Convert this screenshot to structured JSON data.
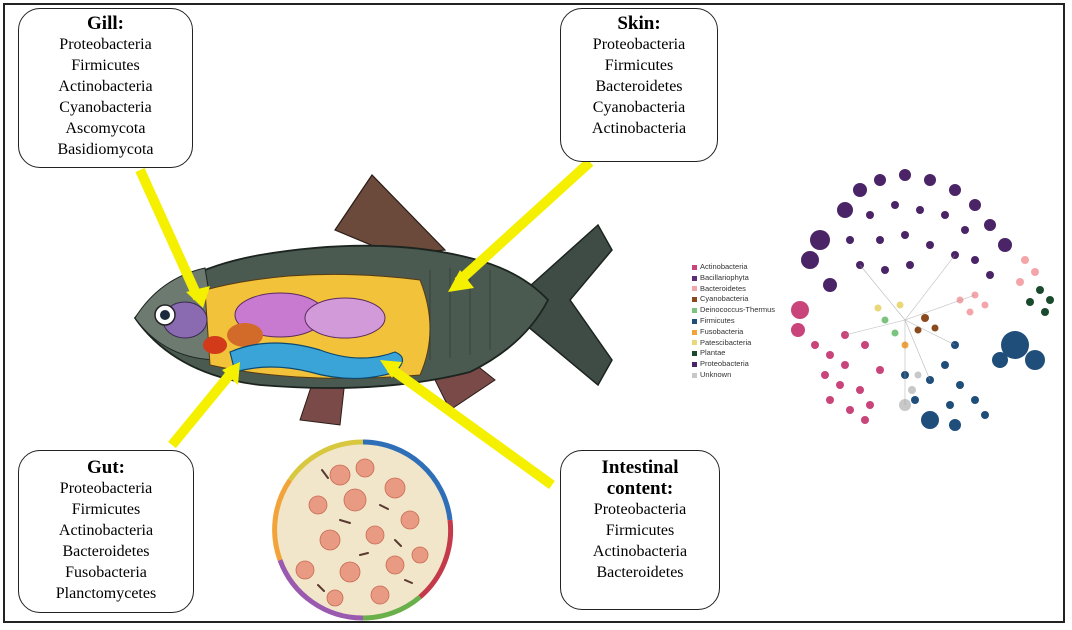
{
  "callouts": {
    "gill": {
      "title": "Gill:",
      "items": [
        "Proteobacteria",
        "Firmicutes",
        "Actinobacteria",
        "Cyanobacteria",
        "Ascomycota",
        "Basidiomycota"
      ]
    },
    "skin": {
      "title": "Skin:",
      "items": [
        "Proteobacteria",
        "Firmicutes",
        "Bacteroidetes",
        "Cyanobacteria",
        "Actinobacteria"
      ]
    },
    "gut": {
      "title": "Gut:",
      "items": [
        "Proteobacteria",
        "Firmicutes",
        "Actinobacteria",
        "Bacteroidetes",
        "Fusobacteria",
        "Planctomycetes"
      ]
    },
    "intestinal": {
      "title_line1": "Intestinal",
      "title_line2": "content:",
      "items": [
        "Proteobacteria",
        "Firmicutes",
        "Actinobacteria",
        "Bacteroidetes"
      ]
    }
  },
  "legend": [
    {
      "label": "Actinobacteria",
      "color": "#c9447a"
    },
    {
      "label": "Bacillariophyta",
      "color": "#5b2d7a"
    },
    {
      "label": "Bacteroidetes",
      "color": "#f4a5aa"
    },
    {
      "label": "Cyanobacteria",
      "color": "#8a4a1d"
    },
    {
      "label": "Deinococcus-Thermus",
      "color": "#7bc47f"
    },
    {
      "label": "Firmicutes",
      "color": "#1f4e7a"
    },
    {
      "label": "Fusobacteria",
      "color": "#f2a33a"
    },
    {
      "label": "Patescibacteria",
      "color": "#ead77a"
    },
    {
      "label": "Plantae",
      "color": "#1a4a2e"
    },
    {
      "label": "Proteobacteria",
      "color": "#4a2466"
    },
    {
      "label": "Unknown",
      "color": "#c8c8c8"
    }
  ],
  "colors": {
    "arrow": "#f5f000",
    "fish_body": "#4a5a50",
    "gut_tube": "#3aa3d8"
  },
  "icons": [
    "fish-illustration",
    "petri-dish-image",
    "network-graph"
  ]
}
